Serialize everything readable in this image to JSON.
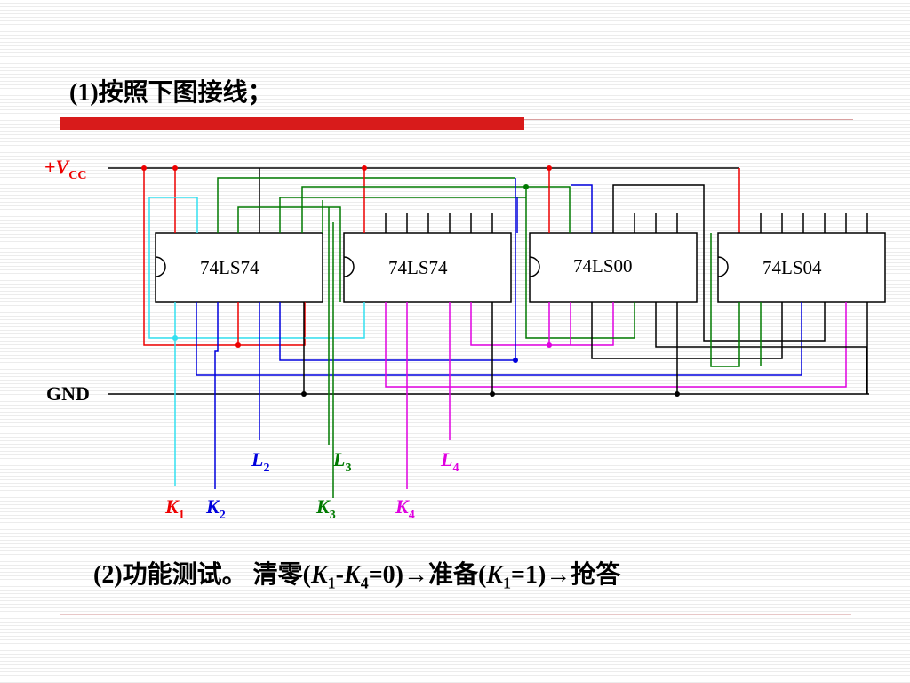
{
  "step1": "(1)按照下图接线；",
  "step2": {
    "prefix": "(2)功能测试。 清零(",
    "k_a": "K",
    "k_a_sub": "1",
    "dash": "-",
    "k_b": "K",
    "k_b_sub": "4",
    "mid": "=0)→准备(",
    "k_c": "K",
    "k_c_sub": "1",
    "suffix": "=1)→抢答"
  },
  "rails": {
    "vcc_sign": "+",
    "vcc_letter": "V",
    "vcc_sub": "CC",
    "gnd": "GND"
  },
  "chips": [
    "74LS74",
    "74LS74",
    "74LS00",
    "74LS04"
  ],
  "outputs": [
    {
      "letter": "L",
      "sub": "2",
      "color": "#0000dd"
    },
    {
      "letter": "L",
      "sub": "3",
      "color": "#007a00"
    },
    {
      "letter": "L",
      "sub": "4",
      "color": "#e000e0"
    }
  ],
  "inputs": [
    {
      "letter": "K",
      "sub": "1",
      "color": "#ee0000"
    },
    {
      "letter": "K",
      "sub": "2",
      "color": "#0000dd"
    },
    {
      "letter": "K",
      "sub": "3",
      "color": "#007a00"
    },
    {
      "letter": "K",
      "sub": "4",
      "color": "#e000e0"
    }
  ],
  "colors": {
    "vcc": "#ee0000",
    "gnd": "#000000",
    "wire_red": "#ee0000",
    "wire_cyan": "#33e0f0",
    "wire_blue": "#0000dd",
    "wire_green": "#007a00",
    "wire_magenta": "#e000e0",
    "wire_black": "#000000",
    "title_rule": "#d81b1b"
  }
}
